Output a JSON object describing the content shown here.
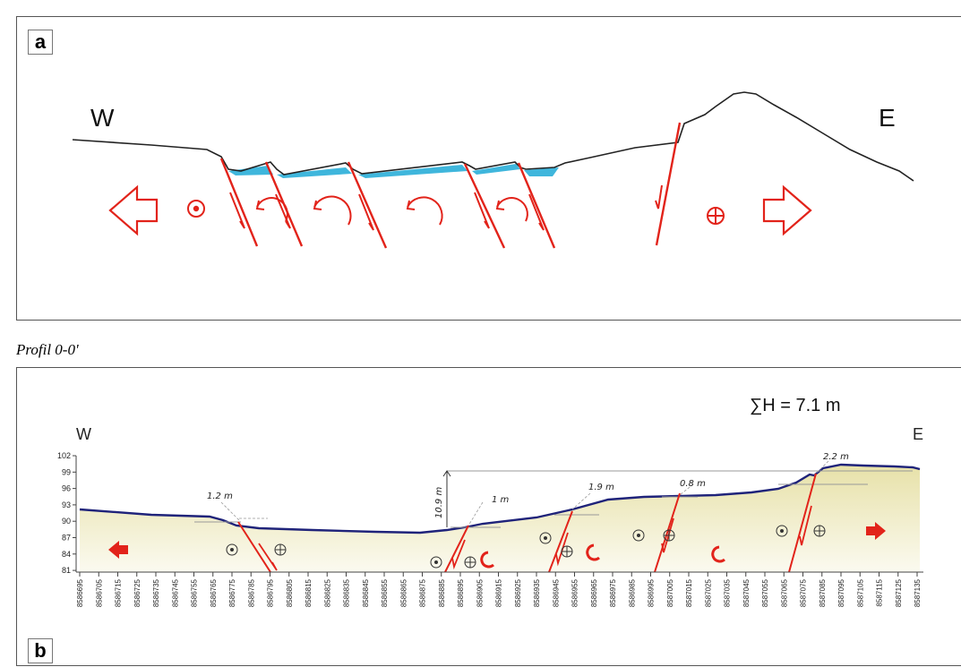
{
  "panel_a": {
    "label": "a",
    "west": "W",
    "east": "E"
  },
  "profile_title": "Profil 0-0'",
  "panel_b": {
    "label": "b",
    "west": "W",
    "east": "E",
    "sum_h": "∑H = 7.1 m",
    "y_ticks": [
      "102",
      "99",
      "96",
      "93",
      "90",
      "87",
      "84",
      "81"
    ],
    "x_ticks": [
      "8586695",
      "8586705",
      "8586715",
      "8586725",
      "8586735",
      "8586745",
      "8586755",
      "8586765",
      "8586775",
      "8586785",
      "8586795",
      "8586805",
      "8586815",
      "8586825",
      "8586835",
      "8586845",
      "8586855",
      "8586865",
      "8586875",
      "8586885",
      "8586895",
      "8586905",
      "8586915",
      "8586925",
      "8586935",
      "8586945",
      "8586955",
      "8586965",
      "8586975",
      "8586985",
      "8586995",
      "8587005",
      "8587015",
      "8587025",
      "8587035",
      "8587045",
      "8587055",
      "8587065",
      "8587075",
      "8587085",
      "8587095",
      "8587105",
      "8587115",
      "8587125",
      "8587135"
    ],
    "throws": {
      "t1": "1.2 m",
      "t2": "1 m",
      "t3": "1.9 m",
      "t4": "0.8 m",
      "t5": "2.2 m",
      "total": "10.9 m"
    }
  },
  "colors": {
    "fault": "#e2231a",
    "water": "#3fb6dc",
    "profile": "#1f237a",
    "fill": "#ece7b8"
  }
}
